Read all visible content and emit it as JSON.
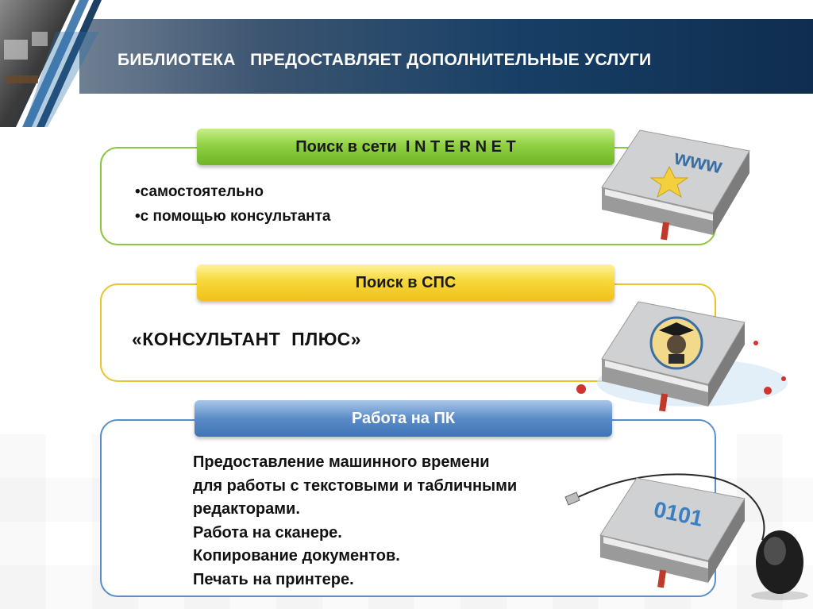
{
  "header": {
    "title": "БИБЛИОТЕКА   ПРЕДОСТАВЛЯЕТ ДОПОЛНИТЕЛЬНЫЕ УСЛУГИ"
  },
  "sections": [
    {
      "pill_label": "Поиск в сети  I N T E R N E T",
      "lines": [
        "•самостоятельно",
        "•с помощью консультанта"
      ],
      "icon": "www-book-icon",
      "color": "#8cc63f",
      "book_label": "www"
    },
    {
      "pill_label": "Поиск в СПС",
      "lines": [
        "«КОНСУЛЬТАНТ  ПЛЮС»"
      ],
      "icon": "scholar-book-icon",
      "color": "#e8c52a"
    },
    {
      "pill_label": "Работа на ПК",
      "lines": [
        "Предоставление машинного времени",
        "для работы с текстовыми и табличными",
        "редакторами.",
        "Работа на сканере.",
        "Копирование документов.",
        "Печать на принтере."
      ],
      "icon": "binary-book-mouse-icon",
      "color": "#5b8fc7",
      "book_label": "0101"
    }
  ]
}
